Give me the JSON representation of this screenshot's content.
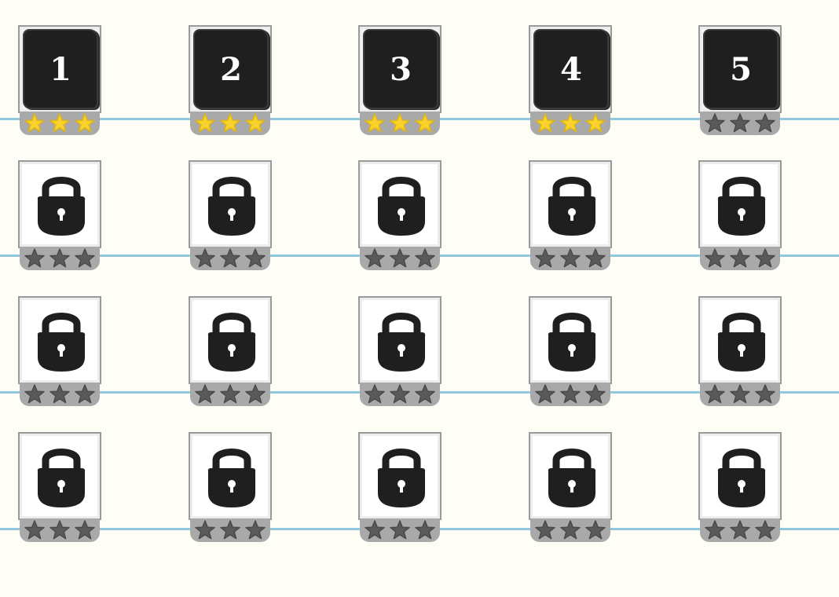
{
  "colors": {
    "star_filled": "#f9d22c",
    "star_empty": "#5a5a5a",
    "slab": "#1f1f1f",
    "paper_line": "#8fc8df"
  },
  "levels": [
    {
      "number": "1",
      "locked": false,
      "stars": 3
    },
    {
      "number": "2",
      "locked": false,
      "stars": 3
    },
    {
      "number": "3",
      "locked": false,
      "stars": 3
    },
    {
      "number": "4",
      "locked": false,
      "stars": 3
    },
    {
      "number": "5",
      "locked": false,
      "stars": 0
    },
    {
      "number": "",
      "locked": true,
      "stars": 0
    },
    {
      "number": "",
      "locked": true,
      "stars": 0
    },
    {
      "number": "",
      "locked": true,
      "stars": 0
    },
    {
      "number": "",
      "locked": true,
      "stars": 0
    },
    {
      "number": "",
      "locked": true,
      "stars": 0
    },
    {
      "number": "",
      "locked": true,
      "stars": 0
    },
    {
      "number": "",
      "locked": true,
      "stars": 0
    },
    {
      "number": "",
      "locked": true,
      "stars": 0
    },
    {
      "number": "",
      "locked": true,
      "stars": 0
    },
    {
      "number": "",
      "locked": true,
      "stars": 0
    },
    {
      "number": "",
      "locked": true,
      "stars": 0
    },
    {
      "number": "",
      "locked": true,
      "stars": 0
    },
    {
      "number": "",
      "locked": true,
      "stars": 0
    },
    {
      "number": "",
      "locked": true,
      "stars": 0
    },
    {
      "number": "",
      "locked": true,
      "stars": 0
    }
  ]
}
